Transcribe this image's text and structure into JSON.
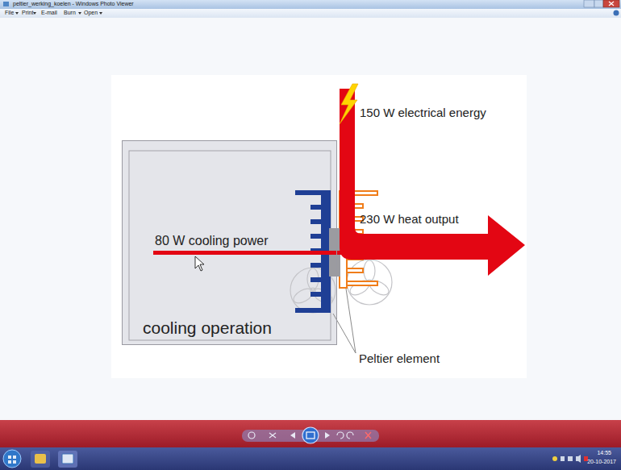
{
  "diagram": {
    "nodes": [
      {
        "text": [
          "cooling operation"
        ]
      }
    ],
    "labels": [
      "peltier_werking_koelen - Windows Photo Viewer",
      "File",
      "Print",
      "E-mail",
      "Burn",
      "Open",
      "150 W electrical energy",
      "230 W heat output",
      "80 W cooling power",
      "Peltier element",
      "14:55",
      "20-10-2017"
    ]
  }
}
